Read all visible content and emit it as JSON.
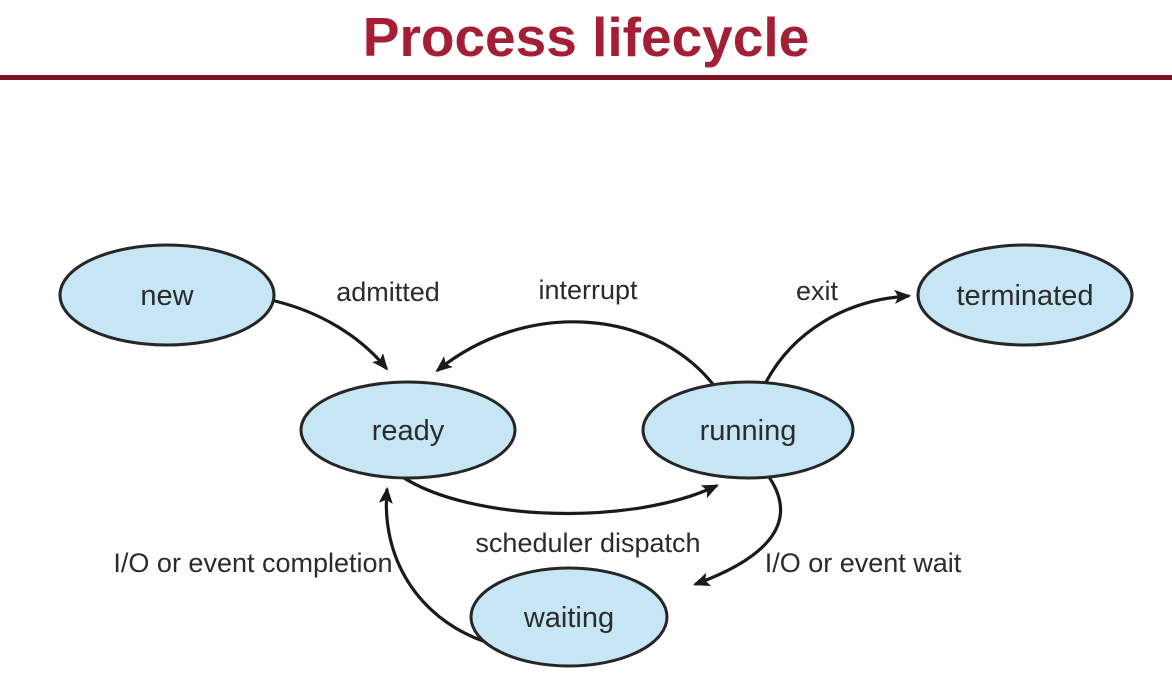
{
  "title": "Process lifecycle",
  "colors": {
    "title_text": "#a41e35",
    "divider": "#7c1127",
    "state_fill": "#c7e6f5",
    "state_stroke": "#262626",
    "arrow": "#1a1a1a",
    "label_text": "#2b2b2b"
  },
  "diagram": {
    "states": [
      {
        "id": "new",
        "label": "new"
      },
      {
        "id": "ready",
        "label": "ready"
      },
      {
        "id": "running",
        "label": "running"
      },
      {
        "id": "terminated",
        "label": "terminated"
      },
      {
        "id": "waiting",
        "label": "waiting"
      }
    ],
    "transitions": [
      {
        "from": "new",
        "to": "ready",
        "label": "admitted"
      },
      {
        "from": "running",
        "to": "ready",
        "label": "interrupt"
      },
      {
        "from": "running",
        "to": "terminated",
        "label": "exit"
      },
      {
        "from": "ready",
        "to": "running",
        "label": "scheduler dispatch"
      },
      {
        "from": "running",
        "to": "waiting",
        "label": "I/O or event wait"
      },
      {
        "from": "waiting",
        "to": "ready",
        "label": "I/O or event completion"
      }
    ]
  }
}
